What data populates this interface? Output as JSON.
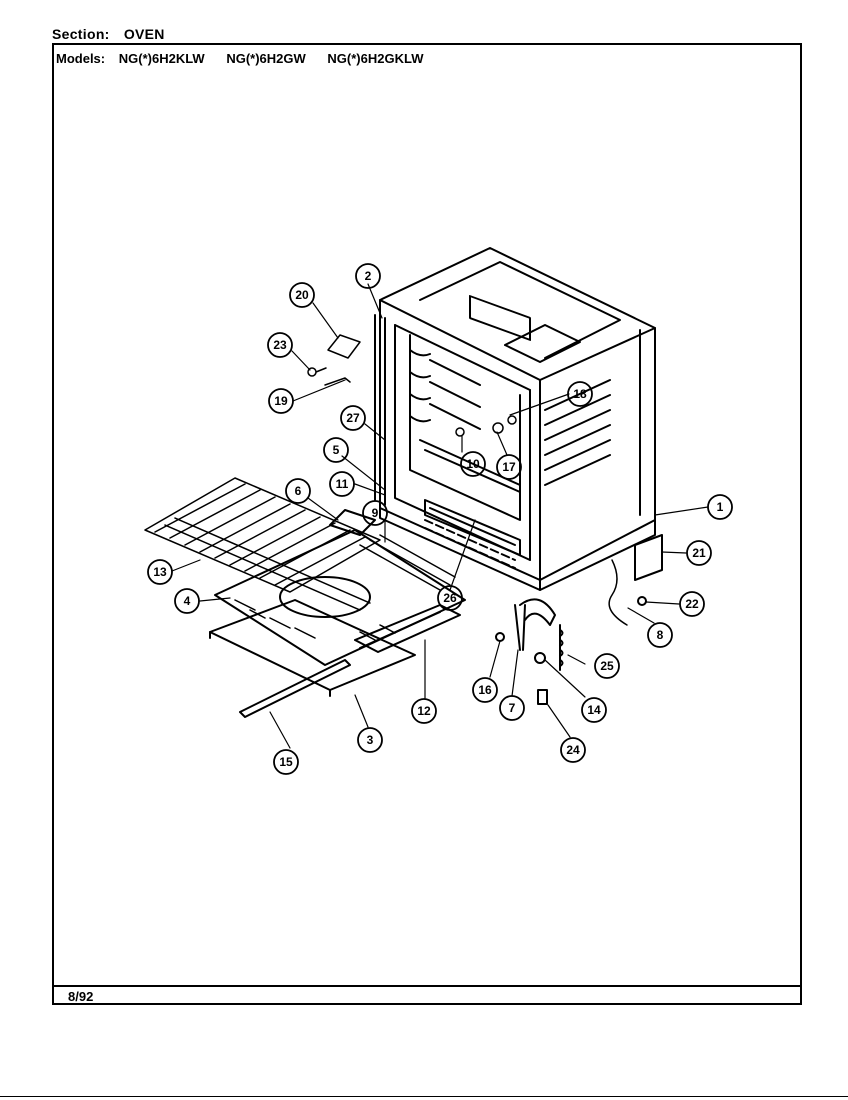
{
  "header": {
    "section_label": "Section:",
    "section_value": "OVEN",
    "models_label": "Models:",
    "models": [
      "NG(*)6H2KLW",
      "NG(*)6H2GW",
      "NG(*)6H2GKLW"
    ]
  },
  "footer": {
    "date": "8/92"
  },
  "callouts": [
    "1",
    "2",
    "3",
    "4",
    "5",
    "6",
    "7",
    "8",
    "9",
    "10",
    "11",
    "12",
    "13",
    "14",
    "15",
    "16",
    "17",
    "18",
    "19",
    "20",
    "21",
    "22",
    "23",
    "24",
    "25",
    "26",
    "27"
  ]
}
